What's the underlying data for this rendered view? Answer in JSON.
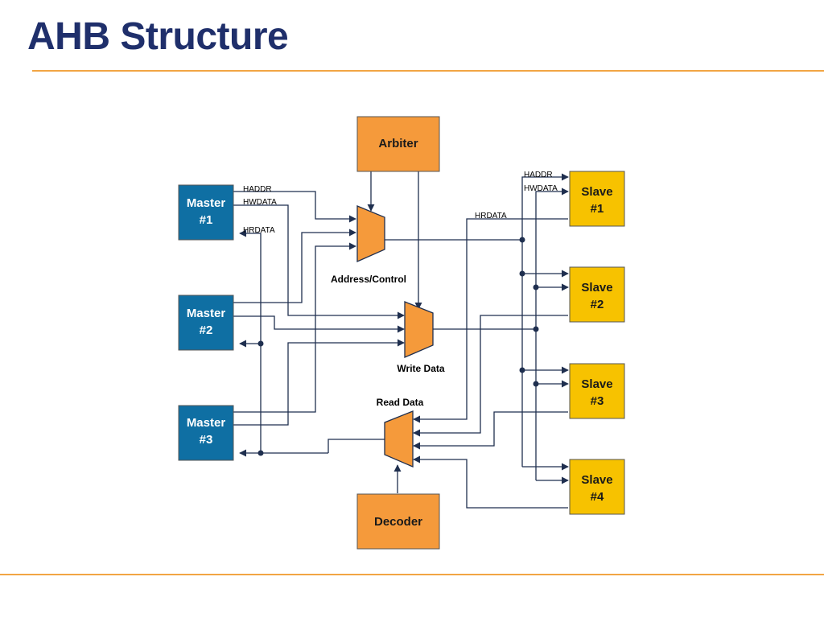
{
  "slide": {
    "title": "AHB Structure"
  },
  "masters": [
    {
      "line1": "Master",
      "line2": "#1"
    },
    {
      "line1": "Master",
      "line2": "#2"
    },
    {
      "line1": "Master",
      "line2": "#3"
    }
  ],
  "slaves": [
    {
      "line1": "Slave",
      "line2": "#1"
    },
    {
      "line1": "Slave",
      "line2": "#2"
    },
    {
      "line1": "Slave",
      "line2": "#3"
    },
    {
      "line1": "Slave",
      "line2": "#4"
    }
  ],
  "blocks": {
    "arbiter": "Arbiter",
    "decoder": "Decoder"
  },
  "mux_captions": {
    "address": "Address/Control",
    "write": "Write Data",
    "read": "Read Data"
  },
  "signals": {
    "master_haddr": "HADDR",
    "master_hwdata": "HWDATA",
    "master_hrdata": "HRDATA",
    "slave_haddr": "HADDR",
    "slave_hwdata": "HWDATA",
    "slave_hrdata": "HRDATA"
  },
  "colors": {
    "master_fill": "#0f6fa3",
    "slave_fill": "#f7c200",
    "block_fill": "#f59a3b",
    "wire": "#1f2f4f"
  }
}
